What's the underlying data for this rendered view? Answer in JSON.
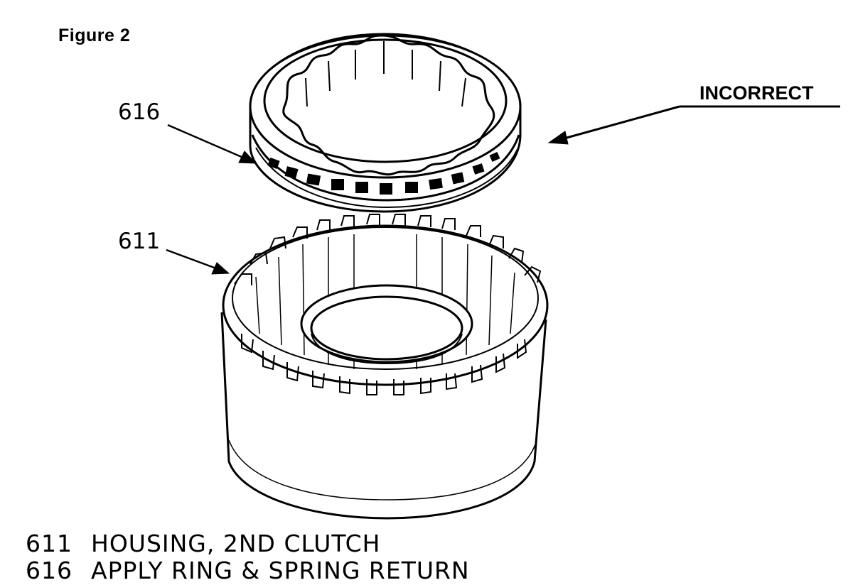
{
  "figure": {
    "title": "Figure 2",
    "status_label": "INCORRECT",
    "callouts": {
      "ring": "616",
      "housing": "611"
    },
    "legend": [
      {
        "number": "611",
        "description": "HOUSING, 2ND CLUTCH"
      },
      {
        "number": "616",
        "description": "APPLY RING & SPRING RETURN"
      }
    ]
  }
}
